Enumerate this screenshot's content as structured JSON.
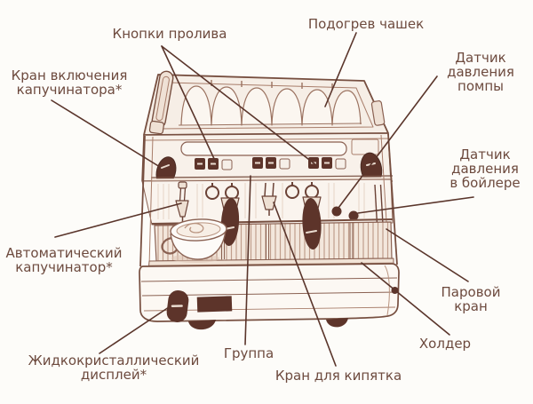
{
  "page": {
    "background": "#fdfcf9"
  },
  "palette": {
    "label_text": "#6d4a3e",
    "pointer_line": "#5a352b",
    "drawing_outline": "#774f40",
    "drawing_dark_fill": "#5d342a",
    "drawing_light_fill": "#f7efe8"
  },
  "labels": {
    "brew_buttons": "Кнопки пролива",
    "cup_warming": "Подогрев чашек",
    "capp_valve": [
      "Кран включения",
      "капучинатора*"
    ],
    "pump_pressure_sensor": [
      "Датчик",
      "давления",
      "помпы"
    ],
    "boiler_pressure_sensor": [
      "Датчик",
      "давления",
      "в бойлере"
    ],
    "auto_cappuccinatore": [
      "Автоматический",
      "капучинатор*"
    ],
    "steam_valve": [
      "Паровой",
      "кран"
    ],
    "holder": "Холдер",
    "group": "Группа",
    "hot_water_valve": "Кран для кипятка",
    "lcd_display": [
      "Жидкокристаллический",
      "дисплей*"
    ]
  }
}
